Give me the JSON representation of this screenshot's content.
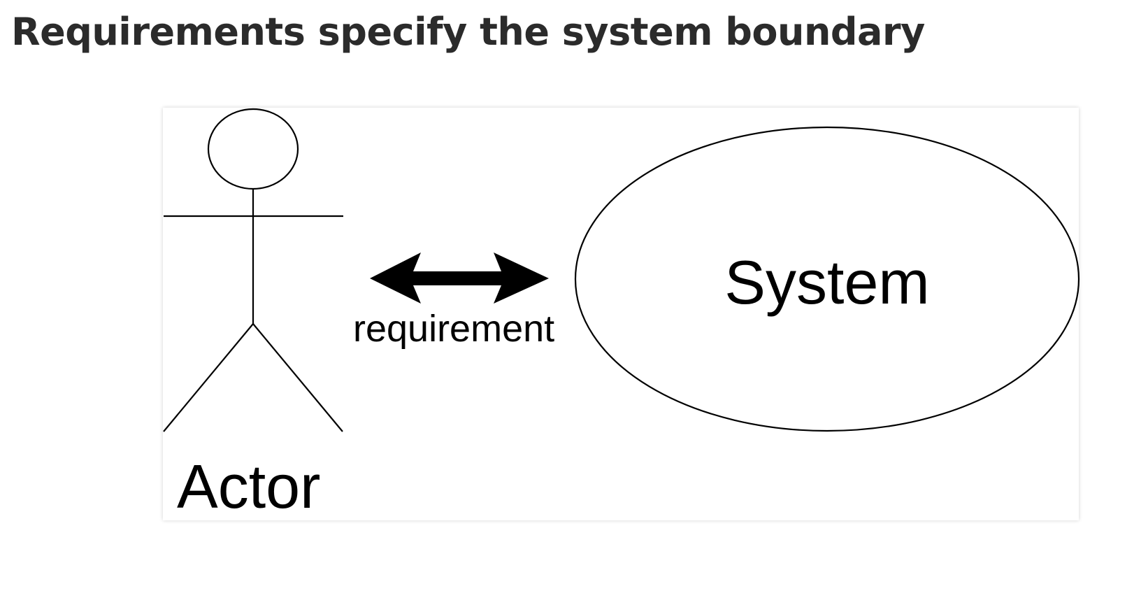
{
  "slide": {
    "title": "Requirements specify the system boundary"
  },
  "diagram": {
    "actor": {
      "label": "Actor",
      "icon": "stick-figure-icon"
    },
    "connector": {
      "label": "requirement",
      "icon": "double-headed-arrow-icon"
    },
    "system": {
      "label": "System",
      "shape": "ellipse"
    },
    "colors": {
      "stroke": "#000000",
      "background": "#ffffff",
      "title_text": "#2b2b2b"
    }
  }
}
